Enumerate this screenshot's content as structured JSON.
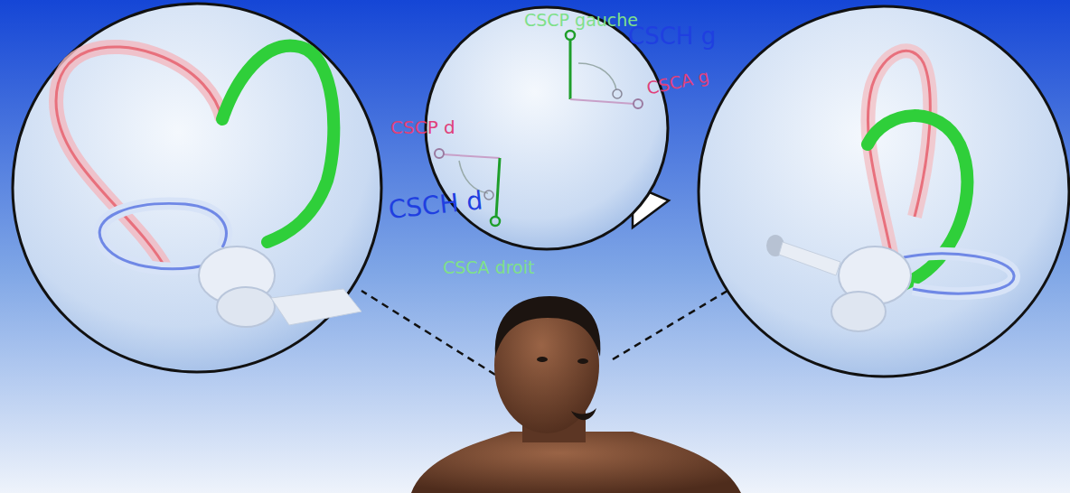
{
  "diagram": {
    "labels": [
      "CSCP gauche",
      "CSCH g",
      "CSCA g",
      "CSCP d",
      "CSCH d",
      "CSCA droit"
    ]
  }
}
